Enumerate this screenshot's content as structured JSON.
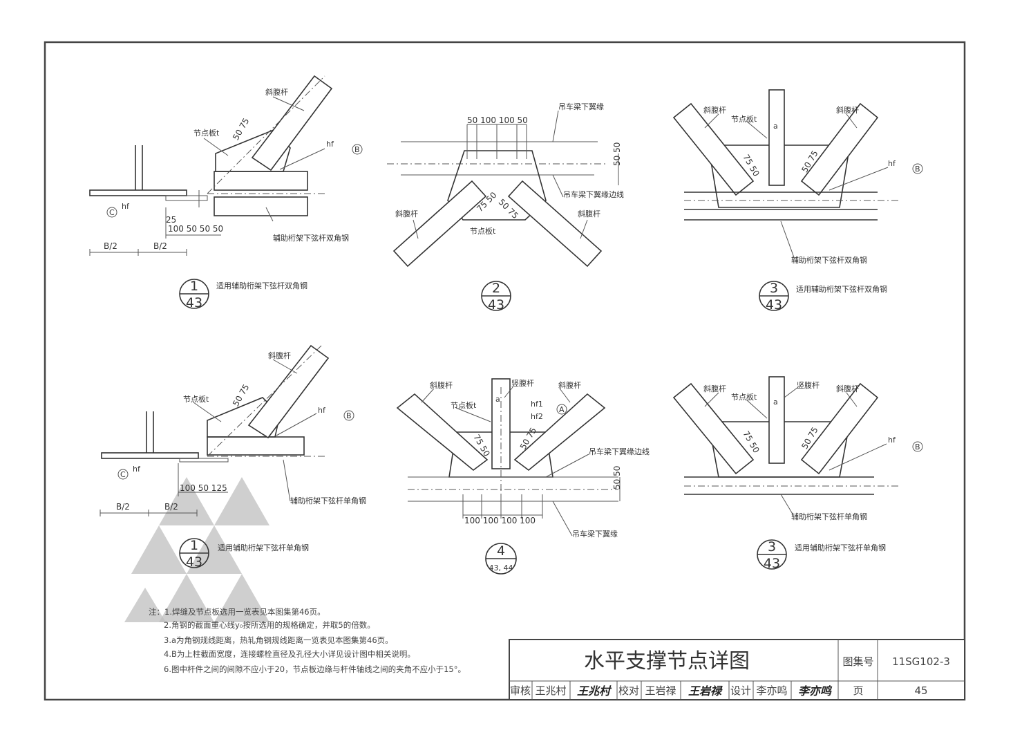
{
  "details": {
    "d1": {
      "diag": "斜腹杆",
      "gusset": "节点板t",
      "hf": "hf",
      "mark_b": "B",
      "mark_c": "C",
      "hf2": "hf",
      "dim_top": "25",
      "dims": "100 50 50 50",
      "half1": "B/2",
      "half2": "B/2",
      "chord": "辅助桁架下弦杆双角钢",
      "dim_diag": "50 75",
      "ref_num": "1",
      "ref_page": "43",
      "caption": "适用辅助桁架下弦杆双角钢"
    },
    "d2": {
      "flange": "吊车梁下翼缘",
      "dims": "50 100 100 50",
      "dim_v": "50 50",
      "flange_edge": "吊车梁下翼缘边线",
      "diag_l": "斜腹杆",
      "diag_r": "斜腹杆",
      "gusset": "节点板t",
      "dim_l": "75 50",
      "dim_r": "50 75",
      "ref_num": "2",
      "ref_page": "43"
    },
    "d3": {
      "diag_l": "斜腹杆",
      "gusset": "节点板t",
      "a": "a",
      "diag_r": "斜腹杆",
      "hf": "hf",
      "mark_b": "B",
      "dim_l": "75 50",
      "dim_r": "50 75",
      "chord": "辅助桁架下弦杆双角钢",
      "ref_num": "3",
      "ref_page": "43",
      "caption": "适用辅助桁架下弦杆双角钢"
    },
    "d4": {
      "diag": "斜腹杆",
      "gusset": "节点板t",
      "hf": "hf",
      "mark_b": "B",
      "mark_c": "C",
      "hf2": "hf",
      "dims": "100 50 125",
      "half1": "B/2",
      "half2": "B/2",
      "chord": "辅助桁架下弦杆单角钢",
      "dim_diag": "50 75",
      "ref_num": "1",
      "ref_page": "43",
      "caption": "适用辅助桁架下弦杆单角钢"
    },
    "d5": {
      "diag_l": "斜腹杆",
      "gusset": "节点板t",
      "vert": "竖腹杆",
      "a": "a",
      "diag_r": "斜腹杆",
      "hf1": "hf1",
      "hf2": "hf2",
      "mark_a": "A",
      "flange_edge": "吊车梁下翼缘边线",
      "dim_v": "50 50",
      "dims": "100 100 100 100",
      "flange": "吊车梁下翼缘",
      "dim_l": "75 50",
      "dim_r": "50 75",
      "ref_num": "4",
      "ref_page": "43, 44"
    },
    "d6": {
      "diag_l": "斜腹杆",
      "gusset": "节点板t",
      "vert": "竖腹杆",
      "a": "a",
      "diag_r": "斜腹杆",
      "hf": "hf",
      "mark_b": "B",
      "chord": "辅助桁架下弦杆单角钢",
      "dim_l": "75 50",
      "dim_r": "50 75",
      "ref_num": "3",
      "ref_page": "43",
      "caption": "适用辅助桁架下弦杆单角钢"
    }
  },
  "notes": [
    "注：1.焊缝及节点板选用一览表见本图集第46页。",
    "2.角钢的截面重心线y₀按所选用的规格确定，并取5的倍数。",
    "3.a为角钢规线距离，热轧角钢规线距离一览表见本图集第46页。",
    "4.B为上柱截面宽度，连接螺栓直径及孔径大小详见设计图中相关说明。",
    "6.图中杆件之间的间隙不应小于20，节点板边缘与杆件轴线之间的夹角不应小于15°。"
  ],
  "title_block": {
    "title": "水平支撑节点详图",
    "atlas_label": "图集号",
    "atlas_no": "11SG102-3",
    "review_label": "审核",
    "reviewer": "王兆村",
    "reviewer_sig": "王兆村",
    "check_label": "校对",
    "checker": "王岩禄",
    "checker_sig": "王岩禄",
    "design_label": "设计",
    "designer": "李亦鸣",
    "designer_sig": "李亦鸣",
    "page_label": "页",
    "page": "45"
  }
}
